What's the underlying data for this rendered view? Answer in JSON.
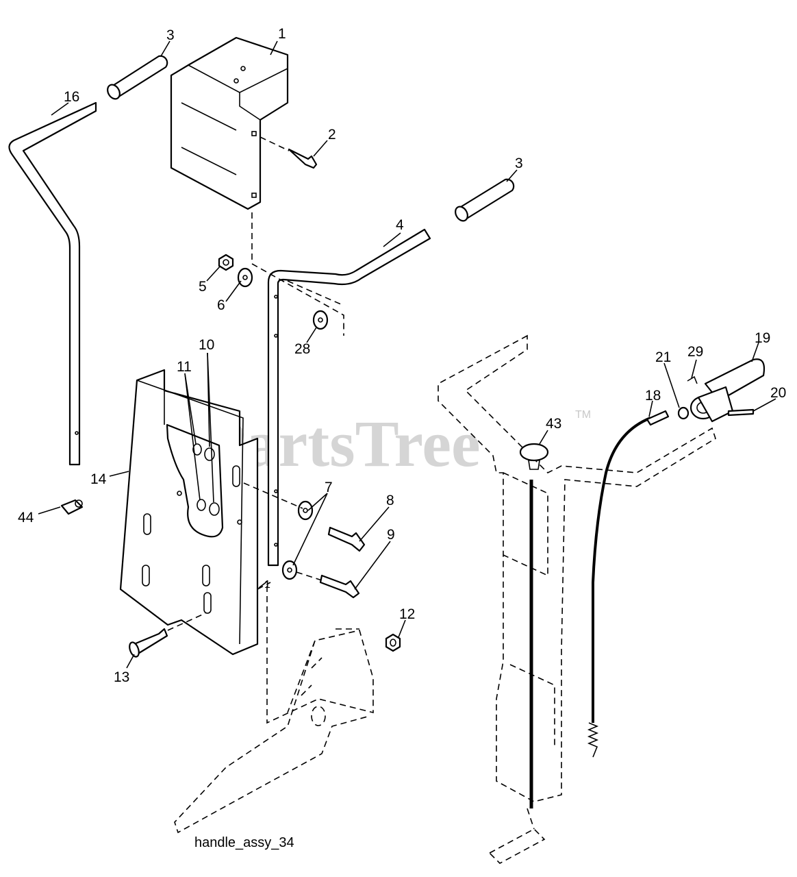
{
  "diagram": {
    "caption": "handle_assy_34",
    "watermark": "PartsTree",
    "watermark_mark": "TM",
    "callouts": {
      "c1": "1",
      "c2": "2",
      "c3a": "3",
      "c3b": "3",
      "c4": "4",
      "c5": "5",
      "c6": "6",
      "c7": "7",
      "c8": "8",
      "c9": "9",
      "c10": "10",
      "c11": "11",
      "c12": "12",
      "c13": "13",
      "c14": "14",
      "c16": "16",
      "c18": "18",
      "c19": "19",
      "c20": "20",
      "c21": "21",
      "c28": "28",
      "c29": "29",
      "c43": "43",
      "c44": "44",
      "c1b": "1"
    }
  }
}
